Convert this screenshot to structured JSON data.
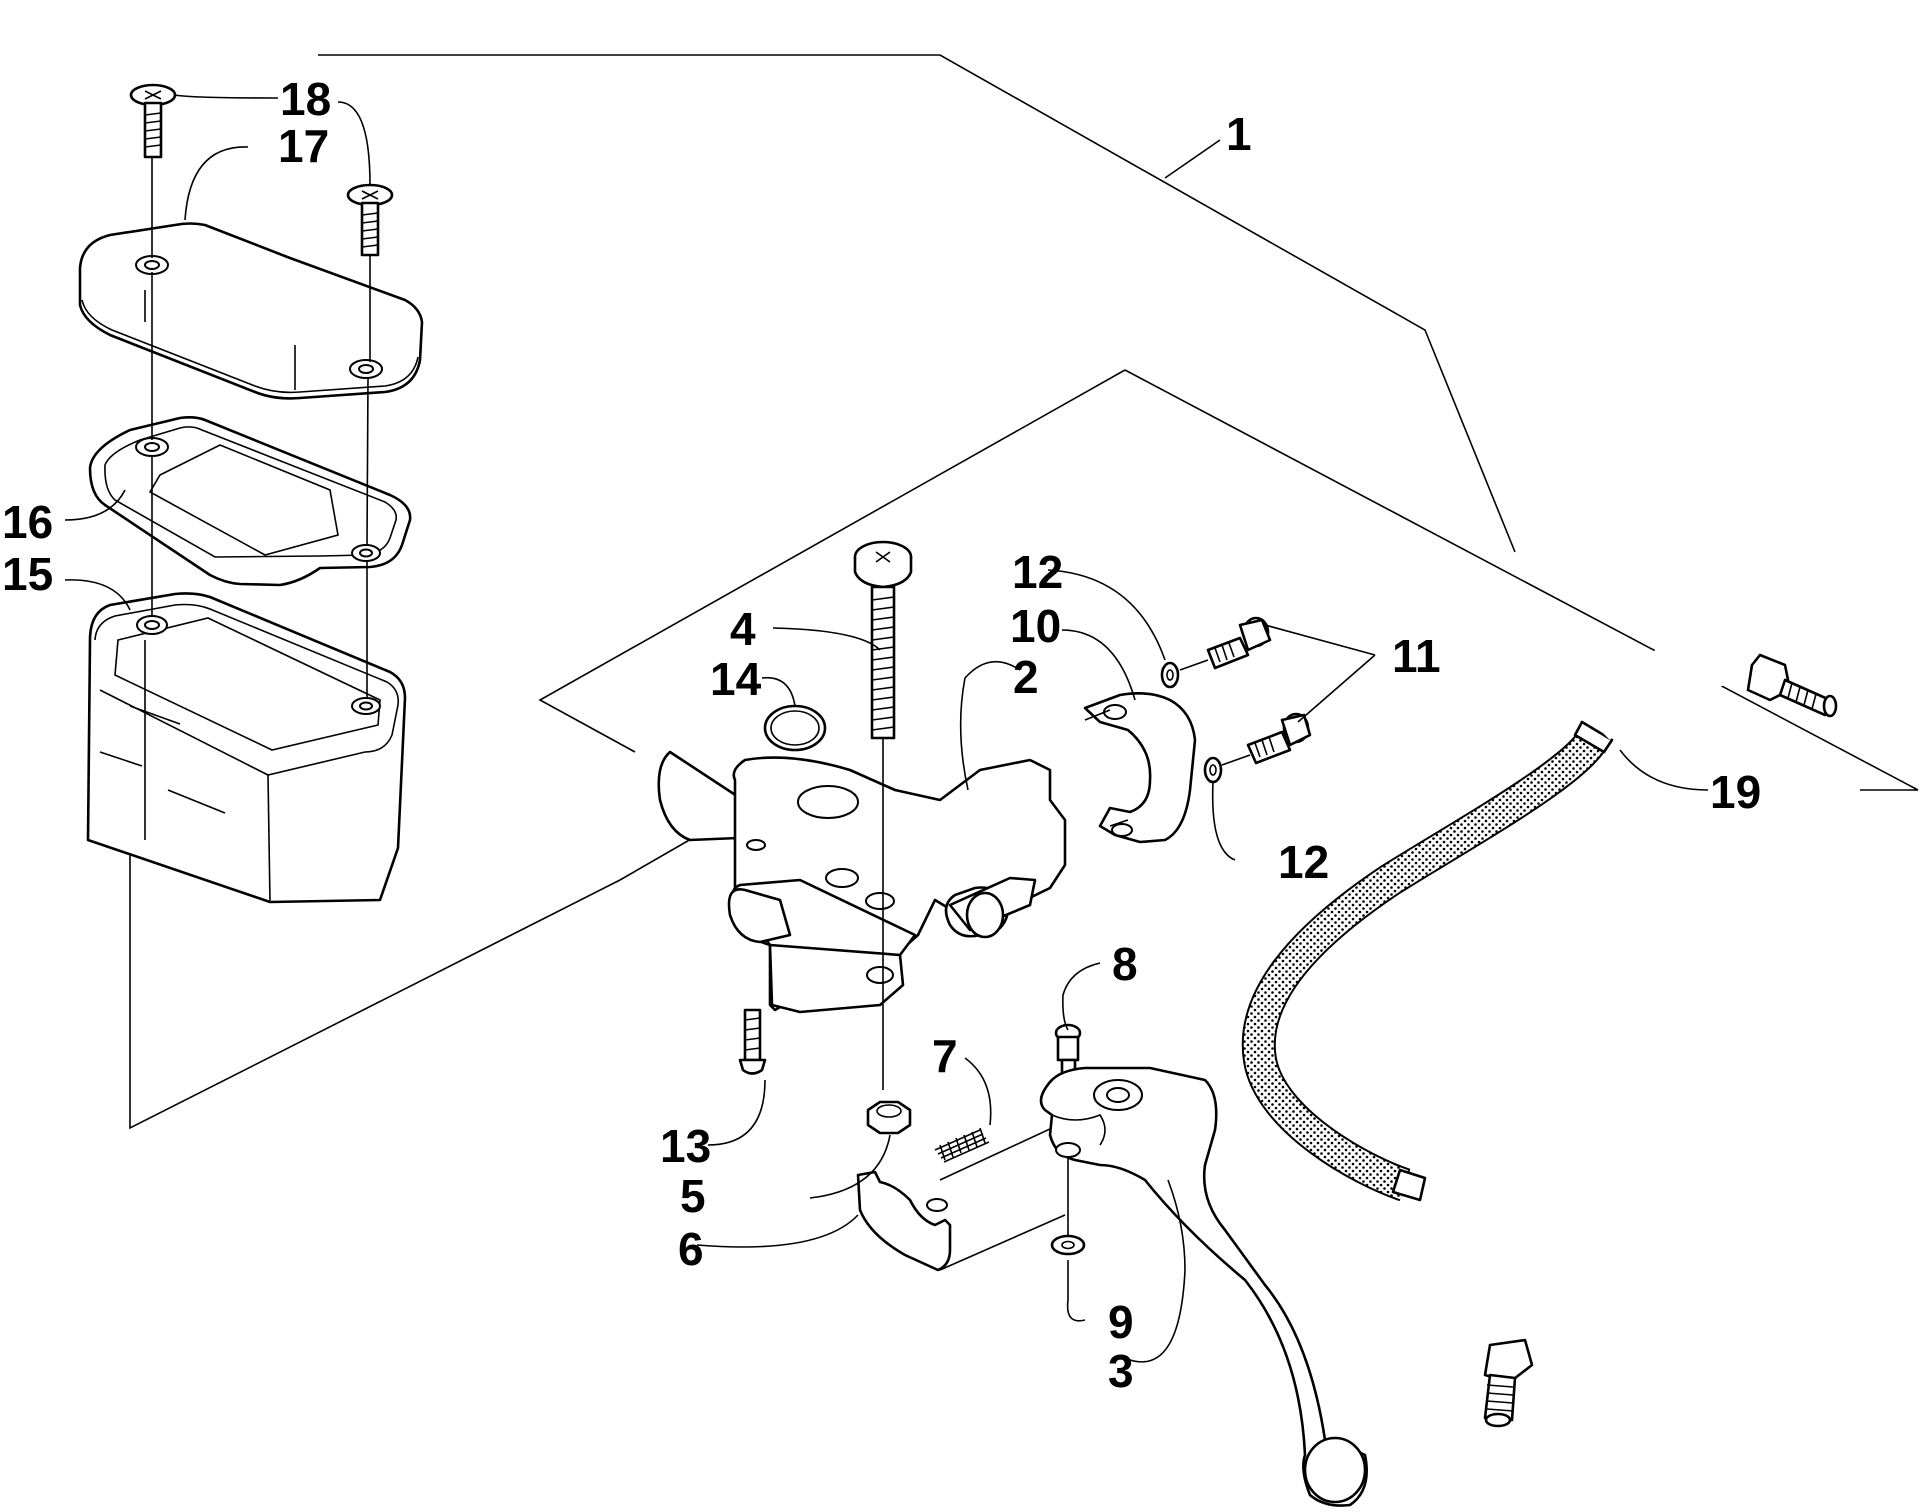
{
  "callouts": [
    {
      "id": "1",
      "label": "1"
    },
    {
      "id": "2",
      "label": "2"
    },
    {
      "id": "3",
      "label": "3"
    },
    {
      "id": "4",
      "label": "4"
    },
    {
      "id": "5",
      "label": "5"
    },
    {
      "id": "6",
      "label": "6"
    },
    {
      "id": "7",
      "label": "7"
    },
    {
      "id": "8",
      "label": "8"
    },
    {
      "id": "9",
      "label": "9"
    },
    {
      "id": "10",
      "label": "10"
    },
    {
      "id": "11",
      "label": "11"
    },
    {
      "id": "12a",
      "label": "12"
    },
    {
      "id": "12b",
      "label": "12"
    },
    {
      "id": "13",
      "label": "13"
    },
    {
      "id": "14",
      "label": "14"
    },
    {
      "id": "15",
      "label": "15"
    },
    {
      "id": "16",
      "label": "16"
    },
    {
      "id": "17",
      "label": "17"
    },
    {
      "id": "18",
      "label": "18"
    },
    {
      "id": "19",
      "label": "19"
    }
  ]
}
